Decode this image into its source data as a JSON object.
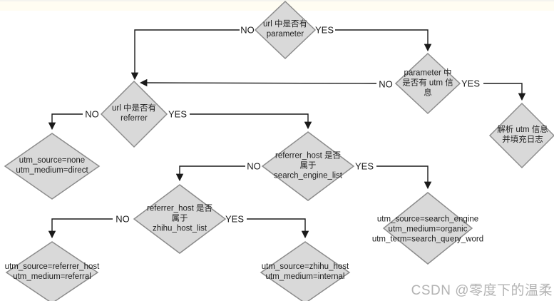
{
  "page": {
    "background_color": "#ffffff",
    "top_band_color": "#fffdf2"
  },
  "colors": {
    "diamond_fill": "#d9d9d9",
    "diamond_stroke": "#8c8c8c",
    "line": "#1a1a1a",
    "text": "#1f1f1f",
    "watermark": "#a6a6a6"
  },
  "watermark": {
    "label": "CSDN @零度下的温柔"
  },
  "diagram": {
    "nodes": [
      {
        "id": "has_parameter",
        "shape": "diamond",
        "lines": [
          "url 中是否有",
          "parameter"
        ]
      },
      {
        "id": "has_utm_info",
        "shape": "diamond",
        "lines": [
          "parameter 中",
          "是否有 utm 信",
          "息"
        ]
      },
      {
        "id": "parse_utm",
        "shape": "diamond",
        "lines": [
          "解析 utm 信息",
          "并填充日志"
        ]
      },
      {
        "id": "has_referrer",
        "shape": "diamond",
        "lines": [
          "url 中是否有",
          "referrer"
        ]
      },
      {
        "id": "none_direct",
        "shape": "diamond",
        "lines": [
          "utm_source=none",
          "utm_medium=direct"
        ]
      },
      {
        "id": "in_search_engine_list",
        "shape": "diamond",
        "lines": [
          "referrer_host 是否",
          "属于",
          "search_engine_list"
        ]
      },
      {
        "id": "in_zhihu_host_list",
        "shape": "diamond",
        "lines": [
          "referrer_host 是否",
          "属于",
          "zhihu_host_list"
        ]
      },
      {
        "id": "search_engine_organic",
        "shape": "diamond",
        "lines": [
          "utm_source=search_engine",
          "utm_medium=organic",
          "utm_term=search_query_word"
        ]
      },
      {
        "id": "referrer_host_referral",
        "shape": "diamond",
        "lines": [
          "utm_source=referrer_host",
          "utm_medium=referral"
        ]
      },
      {
        "id": "zhihu_host_internal",
        "shape": "diamond",
        "lines": [
          "utm_source=zhihu_host",
          "utm_medium=internal"
        ]
      }
    ],
    "edges": [
      {
        "from": "has_parameter",
        "to": "has_referrer",
        "label": "NO"
      },
      {
        "from": "has_parameter",
        "to": "has_utm_info",
        "label": "YES"
      },
      {
        "from": "has_utm_info",
        "to": "has_referrer",
        "label": "NO"
      },
      {
        "from": "has_utm_info",
        "to": "parse_utm",
        "label": "YES"
      },
      {
        "from": "has_referrer",
        "to": "none_direct",
        "label": "NO"
      },
      {
        "from": "has_referrer",
        "to": "in_search_engine_list",
        "label": "YES"
      },
      {
        "from": "in_search_engine_list",
        "to": "in_zhihu_host_list",
        "label": "NO"
      },
      {
        "from": "in_search_engine_list",
        "to": "search_engine_organic",
        "label": "YES"
      },
      {
        "from": "in_zhihu_host_list",
        "to": "referrer_host_referral",
        "label": "NO"
      },
      {
        "from": "in_zhihu_host_list",
        "to": "zhihu_host_internal",
        "label": "YES"
      }
    ]
  }
}
